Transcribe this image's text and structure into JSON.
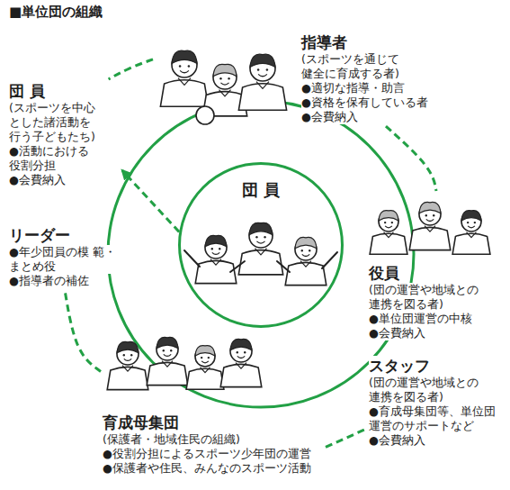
{
  "diagram": {
    "title": "■単位団の組織",
    "nodes": [
      {
        "text": [
          "指導者",
          "(スポーツを通じて 健全に育成する者)",
          "●適切な指導・助言",
          "●資格を保有している者",
          "●会費納入"
        ]
      },
      {
        "text": [
          "団 員",
          "(スポーツを中心 とした諸活動を 行う子どもたち)",
          "●活動における 役割分担",
          "●会費納入"
        ]
      },
      {
        "text": [
          "リーダー",
          "●年少団員の模 範・まとめ役",
          "●指導者の補佐"
        ]
      },
      {
        "text": [
          "団 員"
        ]
      },
      {
        "text": [
          "役員",
          "(団の運営や地域との 連携を図る者)",
          "●単位団運営の中核",
          "●会費納入"
        ]
      },
      {
        "text": [
          "スタッフ",
          "(団の運営や地域との 連携を図る者)",
          "●育成母集団等、単位団 運営のサポートなど",
          "●会費納入"
        ]
      },
      {
        "text": [
          "育成母集団",
          "(保護者・地域住民の組織)",
          "●役割分担によるスポーツ少年団の運営",
          "●保護者や住民、みんなのスポーツ活動"
        ]
      }
    ],
    "edges": [
      {
        "from": 0,
        "to": 1,
        "arrow": "none"
      },
      {
        "from": 0,
        "to": 4,
        "arrow": "none"
      },
      {
        "from": 3,
        "to": 1,
        "arrow": "to"
      },
      {
        "from": 6,
        "to": 2,
        "arrow": "none"
      },
      {
        "from": 6,
        "to": 5,
        "arrow": "none"
      }
    ]
  }
}
